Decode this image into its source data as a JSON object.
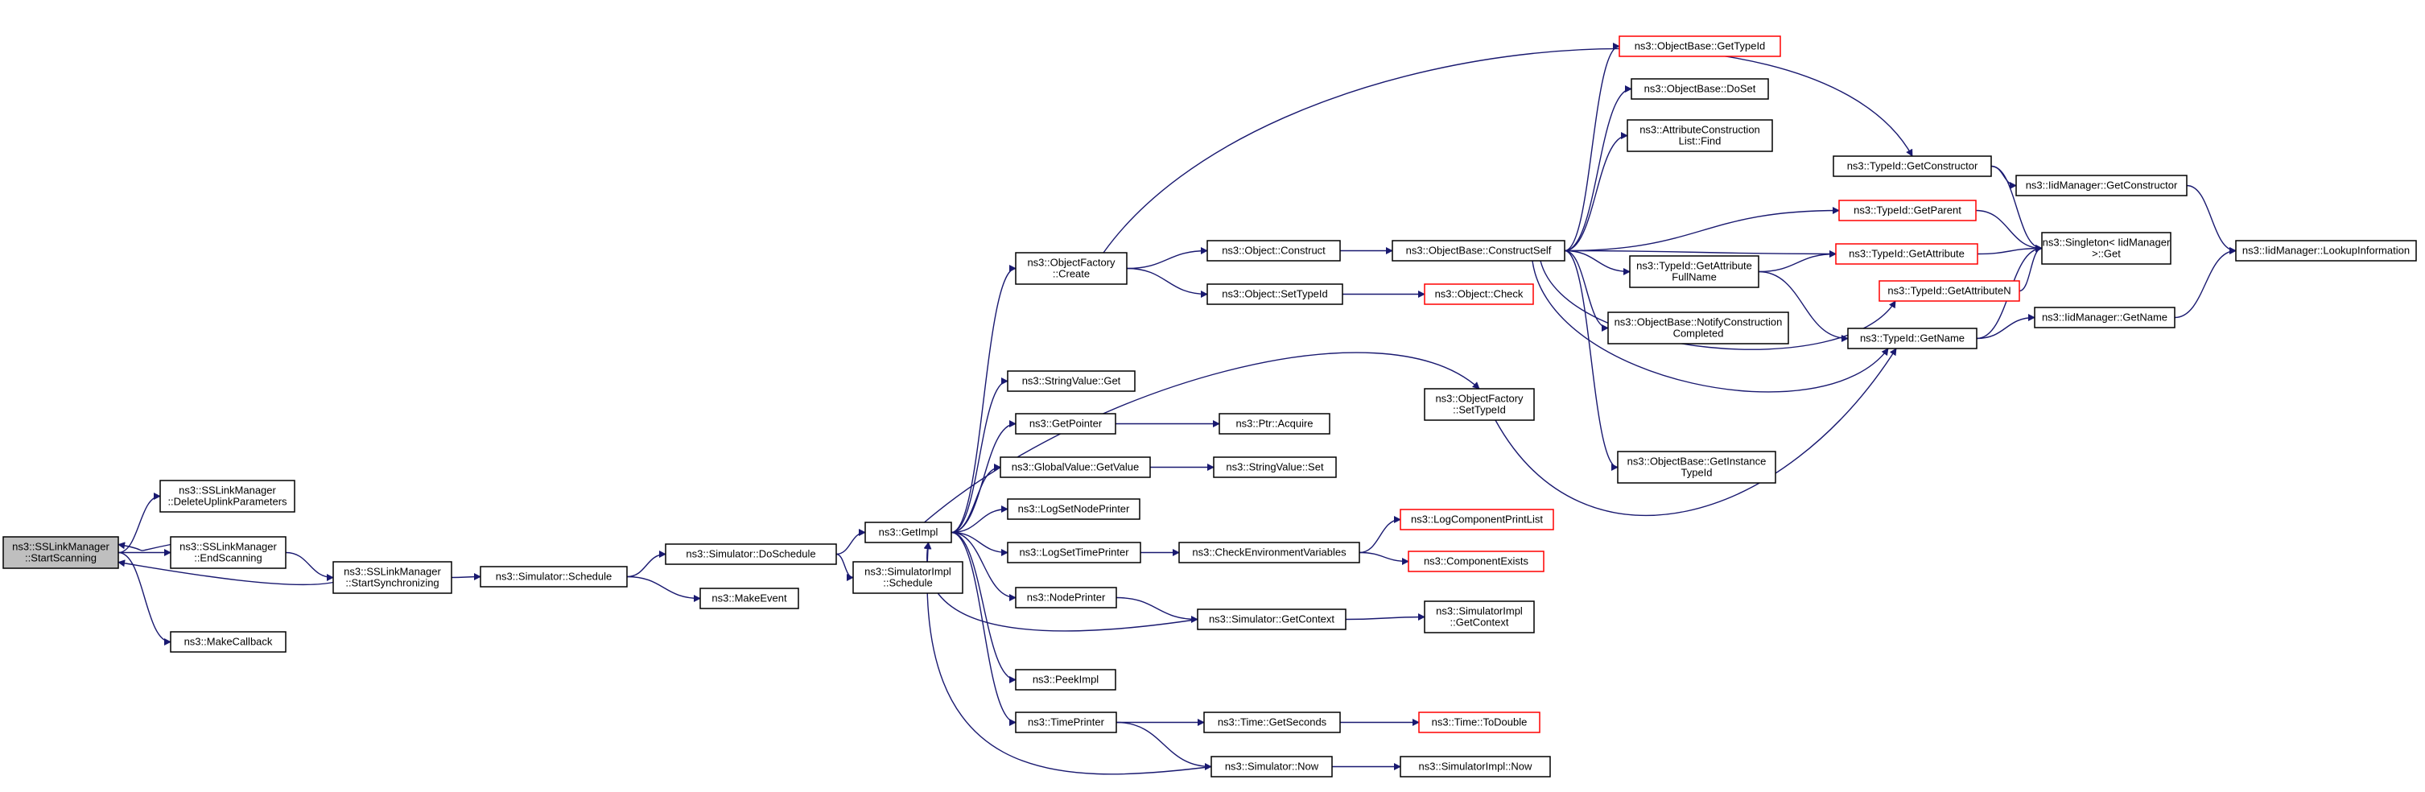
{
  "colors": {
    "edge": "#191970",
    "box_border": "#000000",
    "box_border_truncated": "#ff0000",
    "box_fill": "#ffffff",
    "root_fill": "#bfbfbf",
    "background": "#ffffff"
  },
  "nodes": [
    {
      "id": "start_scanning",
      "lines": [
        "ns3::SSLinkManager",
        "::StartScanning"
      ],
      "style": "root"
    },
    {
      "id": "delete_uplink",
      "lines": [
        "ns3::SSLinkManager",
        "::DeleteUplinkParameters"
      ],
      "style": "normal"
    },
    {
      "id": "end_scanning",
      "lines": [
        "ns3::SSLinkManager",
        "::EndScanning"
      ],
      "style": "normal"
    },
    {
      "id": "make_callback",
      "lines": [
        "ns3::MakeCallback"
      ],
      "style": "normal"
    },
    {
      "id": "start_sync",
      "lines": [
        "ns3::SSLinkManager",
        "::StartSynchronizing"
      ],
      "style": "normal"
    },
    {
      "id": "sim_schedule",
      "lines": [
        "ns3::Simulator::Schedule"
      ],
      "style": "normal"
    },
    {
      "id": "sim_doschedule",
      "lines": [
        "ns3::Simulator::DoSchedule"
      ],
      "style": "normal"
    },
    {
      "id": "make_event",
      "lines": [
        "ns3::MakeEvent"
      ],
      "style": "normal"
    },
    {
      "id": "get_impl",
      "lines": [
        "ns3::GetImpl"
      ],
      "style": "normal"
    },
    {
      "id": "simimpl_schedule",
      "lines": [
        "ns3::SimulatorImpl",
        "::Schedule"
      ],
      "style": "normal"
    },
    {
      "id": "objfactory_create",
      "lines": [
        "ns3::ObjectFactory",
        "::Create"
      ],
      "style": "normal"
    },
    {
      "id": "stringvalue_get",
      "lines": [
        "ns3::StringValue::Get"
      ],
      "style": "normal"
    },
    {
      "id": "get_pointer",
      "lines": [
        "ns3::GetPointer"
      ],
      "style": "normal"
    },
    {
      "id": "globalvalue_getvalue",
      "lines": [
        "ns3::GlobalValue::GetValue"
      ],
      "style": "normal"
    },
    {
      "id": "log_set_node_printer",
      "lines": [
        "ns3::LogSetNodePrinter"
      ],
      "style": "normal"
    },
    {
      "id": "log_set_time_printer",
      "lines": [
        "ns3::LogSetTimePrinter"
      ],
      "style": "normal"
    },
    {
      "id": "node_printer",
      "lines": [
        "ns3::NodePrinter"
      ],
      "style": "normal"
    },
    {
      "id": "peek_impl",
      "lines": [
        "ns3::PeekImpl"
      ],
      "style": "normal"
    },
    {
      "id": "time_printer",
      "lines": [
        "ns3::TimePrinter"
      ],
      "style": "normal"
    },
    {
      "id": "object_construct",
      "lines": [
        "ns3::Object::Construct"
      ],
      "style": "normal"
    },
    {
      "id": "object_settypeid",
      "lines": [
        "ns3::Object::SetTypeId"
      ],
      "style": "normal"
    },
    {
      "id": "ptr_acquire",
      "lines": [
        "ns3::Ptr::Acquire"
      ],
      "style": "normal"
    },
    {
      "id": "stringvalue_set",
      "lines": [
        "ns3::StringValue::Set"
      ],
      "style": "normal"
    },
    {
      "id": "check_env_vars",
      "lines": [
        "ns3::CheckEnvironmentVariables"
      ],
      "style": "normal"
    },
    {
      "id": "sim_getcontext",
      "lines": [
        "ns3::Simulator::GetContext"
      ],
      "style": "normal"
    },
    {
      "id": "time_getseconds",
      "lines": [
        "ns3::Time::GetSeconds"
      ],
      "style": "normal"
    },
    {
      "id": "sim_now",
      "lines": [
        "ns3::Simulator::Now"
      ],
      "style": "normal"
    },
    {
      "id": "objbase_constructself",
      "lines": [
        "ns3::ObjectBase::ConstructSelf"
      ],
      "style": "normal"
    },
    {
      "id": "object_check",
      "lines": [
        "ns3::Object::Check"
      ],
      "style": "truncated"
    },
    {
      "id": "objfactory_settypeid",
      "lines": [
        "ns3::ObjectFactory",
        "::SetTypeId"
      ],
      "style": "normal"
    },
    {
      "id": "log_component_printlist",
      "lines": [
        "ns3::LogComponentPrintList"
      ],
      "style": "truncated"
    },
    {
      "id": "component_exists",
      "lines": [
        "ns3::ComponentExists"
      ],
      "style": "truncated"
    },
    {
      "id": "simimpl_getcontext",
      "lines": [
        "ns3::SimulatorImpl",
        "::GetContext"
      ],
      "style": "normal"
    },
    {
      "id": "time_todouble",
      "lines": [
        "ns3::Time::ToDouble"
      ],
      "style": "truncated"
    },
    {
      "id": "simimpl_now",
      "lines": [
        "ns3::SimulatorImpl::Now"
      ],
      "style": "normal"
    },
    {
      "id": "objbase_gettypeid",
      "lines": [
        "ns3::ObjectBase::GetTypeId"
      ],
      "style": "truncated"
    },
    {
      "id": "objbase_doset",
      "lines": [
        "ns3::ObjectBase::DoSet"
      ],
      "style": "normal"
    },
    {
      "id": "attr_construction_list_find",
      "lines": [
        "ns3::AttributeConstruction",
        "List::Find"
      ],
      "style": "normal"
    },
    {
      "id": "typeid_getattributefullname",
      "lines": [
        "ns3::TypeId::GetAttribute",
        "FullName"
      ],
      "style": "normal"
    },
    {
      "id": "objbase_notify",
      "lines": [
        "ns3::ObjectBase::NotifyConstruction",
        "Completed"
      ],
      "style": "normal"
    },
    {
      "id": "objbase_getinstancetypeid",
      "lines": [
        "ns3::ObjectBase::GetInstance",
        "TypeId"
      ],
      "style": "normal"
    },
    {
      "id": "typeid_getconstructor",
      "lines": [
        "ns3::TypeId::GetConstructor"
      ],
      "style": "normal"
    },
    {
      "id": "typeid_getparent",
      "lines": [
        "ns3::TypeId::GetParent"
      ],
      "style": "truncated"
    },
    {
      "id": "typeid_getattribute",
      "lines": [
        "ns3::TypeId::GetAttribute"
      ],
      "style": "truncated"
    },
    {
      "id": "typeid_getattributen",
      "lines": [
        "ns3::TypeId::GetAttributeN"
      ],
      "style": "truncated"
    },
    {
      "id": "typeid_getname",
      "lines": [
        "ns3::TypeId::GetName"
      ],
      "style": "normal"
    },
    {
      "id": "iidmanager_getconstructor",
      "lines": [
        "ns3::IidManager::GetConstructor"
      ],
      "style": "normal"
    },
    {
      "id": "singleton_get",
      "lines": [
        "ns3::Singleton< IidManager",
        " >::Get"
      ],
      "style": "normal"
    },
    {
      "id": "iidmanager_getname",
      "lines": [
        "ns3::IidManager::GetName"
      ],
      "style": "normal"
    },
    {
      "id": "iidmanager_lookupinformation",
      "lines": [
        "ns3::IidManager::LookupInformation"
      ],
      "style": "normal"
    }
  ],
  "edges": [
    [
      "start_scanning",
      "delete_uplink"
    ],
    [
      "start_scanning",
      "end_scanning"
    ],
    [
      "start_scanning",
      "make_callback"
    ],
    [
      "end_scanning",
      "start_scanning"
    ],
    [
      "end_scanning",
      "start_sync"
    ],
    [
      "start_sync",
      "start_scanning"
    ],
    [
      "start_sync",
      "sim_schedule"
    ],
    [
      "sim_schedule",
      "sim_doschedule"
    ],
    [
      "sim_schedule",
      "make_event"
    ],
    [
      "sim_doschedule",
      "get_impl"
    ],
    [
      "sim_doschedule",
      "simimpl_schedule"
    ],
    [
      "get_impl",
      "objfactory_create"
    ],
    [
      "get_impl",
      "stringvalue_get"
    ],
    [
      "get_impl",
      "get_pointer"
    ],
    [
      "get_impl",
      "globalvalue_getvalue"
    ],
    [
      "get_impl",
      "log_set_node_printer"
    ],
    [
      "get_impl",
      "log_set_time_printer"
    ],
    [
      "get_impl",
      "node_printer"
    ],
    [
      "get_impl",
      "peek_impl"
    ],
    [
      "get_impl",
      "time_printer"
    ],
    [
      "get_impl",
      "objfactory_settypeid"
    ],
    [
      "sim_getcontext",
      "get_impl"
    ],
    [
      "sim_now",
      "get_impl"
    ],
    [
      "objfactory_create",
      "object_construct"
    ],
    [
      "objfactory_create",
      "object_settypeid"
    ],
    [
      "objfactory_create",
      "typeid_getconstructor"
    ],
    [
      "get_pointer",
      "ptr_acquire"
    ],
    [
      "globalvalue_getvalue",
      "stringvalue_set"
    ],
    [
      "log_set_time_printer",
      "check_env_vars"
    ],
    [
      "node_printer",
      "sim_getcontext"
    ],
    [
      "time_printer",
      "time_getseconds"
    ],
    [
      "time_printer",
      "sim_now"
    ],
    [
      "object_construct",
      "objbase_constructself"
    ],
    [
      "object_settypeid",
      "object_check"
    ],
    [
      "check_env_vars",
      "log_component_printlist"
    ],
    [
      "check_env_vars",
      "component_exists"
    ],
    [
      "sim_getcontext",
      "simimpl_getcontext"
    ],
    [
      "time_getseconds",
      "time_todouble"
    ],
    [
      "sim_now",
      "simimpl_now"
    ],
    [
      "objfactory_settypeid",
      "typeid_getname"
    ],
    [
      "objbase_constructself",
      "objbase_gettypeid"
    ],
    [
      "objbase_constructself",
      "objbase_doset"
    ],
    [
      "objbase_constructself",
      "attr_construction_list_find"
    ],
    [
      "objbase_constructself",
      "typeid_getparent"
    ],
    [
      "objbase_constructself",
      "typeid_getattribute"
    ],
    [
      "objbase_constructself",
      "typeid_getattributefullname"
    ],
    [
      "objbase_constructself",
      "objbase_notify"
    ],
    [
      "objbase_constructself",
      "objbase_getinstancetypeid"
    ],
    [
      "objbase_constructself",
      "typeid_getattributen"
    ],
    [
      "objbase_constructself",
      "typeid_getname"
    ],
    [
      "typeid_getattributefullname",
      "typeid_getattribute"
    ],
    [
      "typeid_getattributefullname",
      "typeid_getname"
    ],
    [
      "typeid_getconstructor",
      "iidmanager_getconstructor"
    ],
    [
      "typeid_getconstructor",
      "singleton_get"
    ],
    [
      "typeid_getparent",
      "singleton_get"
    ],
    [
      "typeid_getattribute",
      "singleton_get"
    ],
    [
      "typeid_getattributen",
      "singleton_get"
    ],
    [
      "typeid_getname",
      "singleton_get"
    ],
    [
      "typeid_getname",
      "iidmanager_getname"
    ],
    [
      "iidmanager_getconstructor",
      "iidmanager_lookupinformation"
    ],
    [
      "iidmanager_getname",
      "iidmanager_lookupinformation"
    ]
  ]
}
